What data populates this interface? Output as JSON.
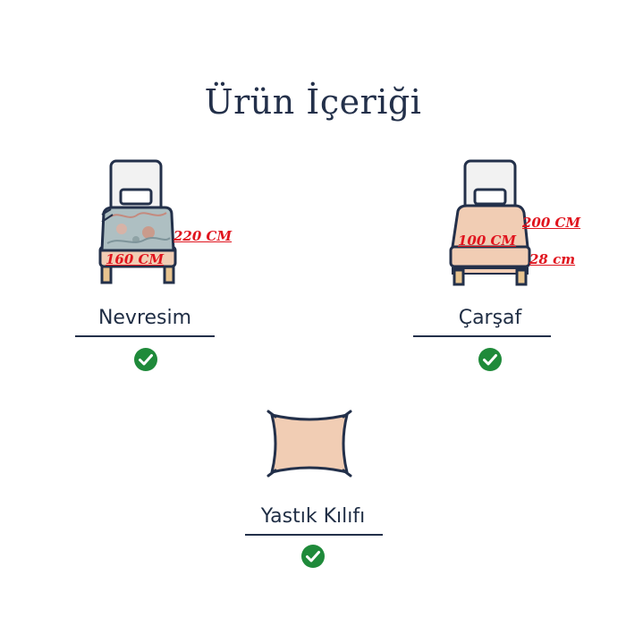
{
  "title": "Ürün İçeriği",
  "items": [
    {
      "label": "Nevresim",
      "included": true,
      "dimensions": {
        "length": "220 CM",
        "width": "160 CM"
      }
    },
    {
      "label": "Çarşaf",
      "included": true,
      "dimensions": {
        "length": "200 CM",
        "width": "100 CM",
        "height": "28 cm"
      }
    },
    {
      "label": "Yastık Kılıfı",
      "included": true
    }
  ],
  "colors": {
    "outline": "#23304a",
    "accent_red": "#e0141e",
    "check_green": "#1f8a3a",
    "fabric": "#f1cdb4",
    "wood": "#e8c48f"
  },
  "icons": [
    "bed-duvet-icon",
    "bed-sheet-icon",
    "pillow-icon",
    "check-circle-icon"
  ]
}
